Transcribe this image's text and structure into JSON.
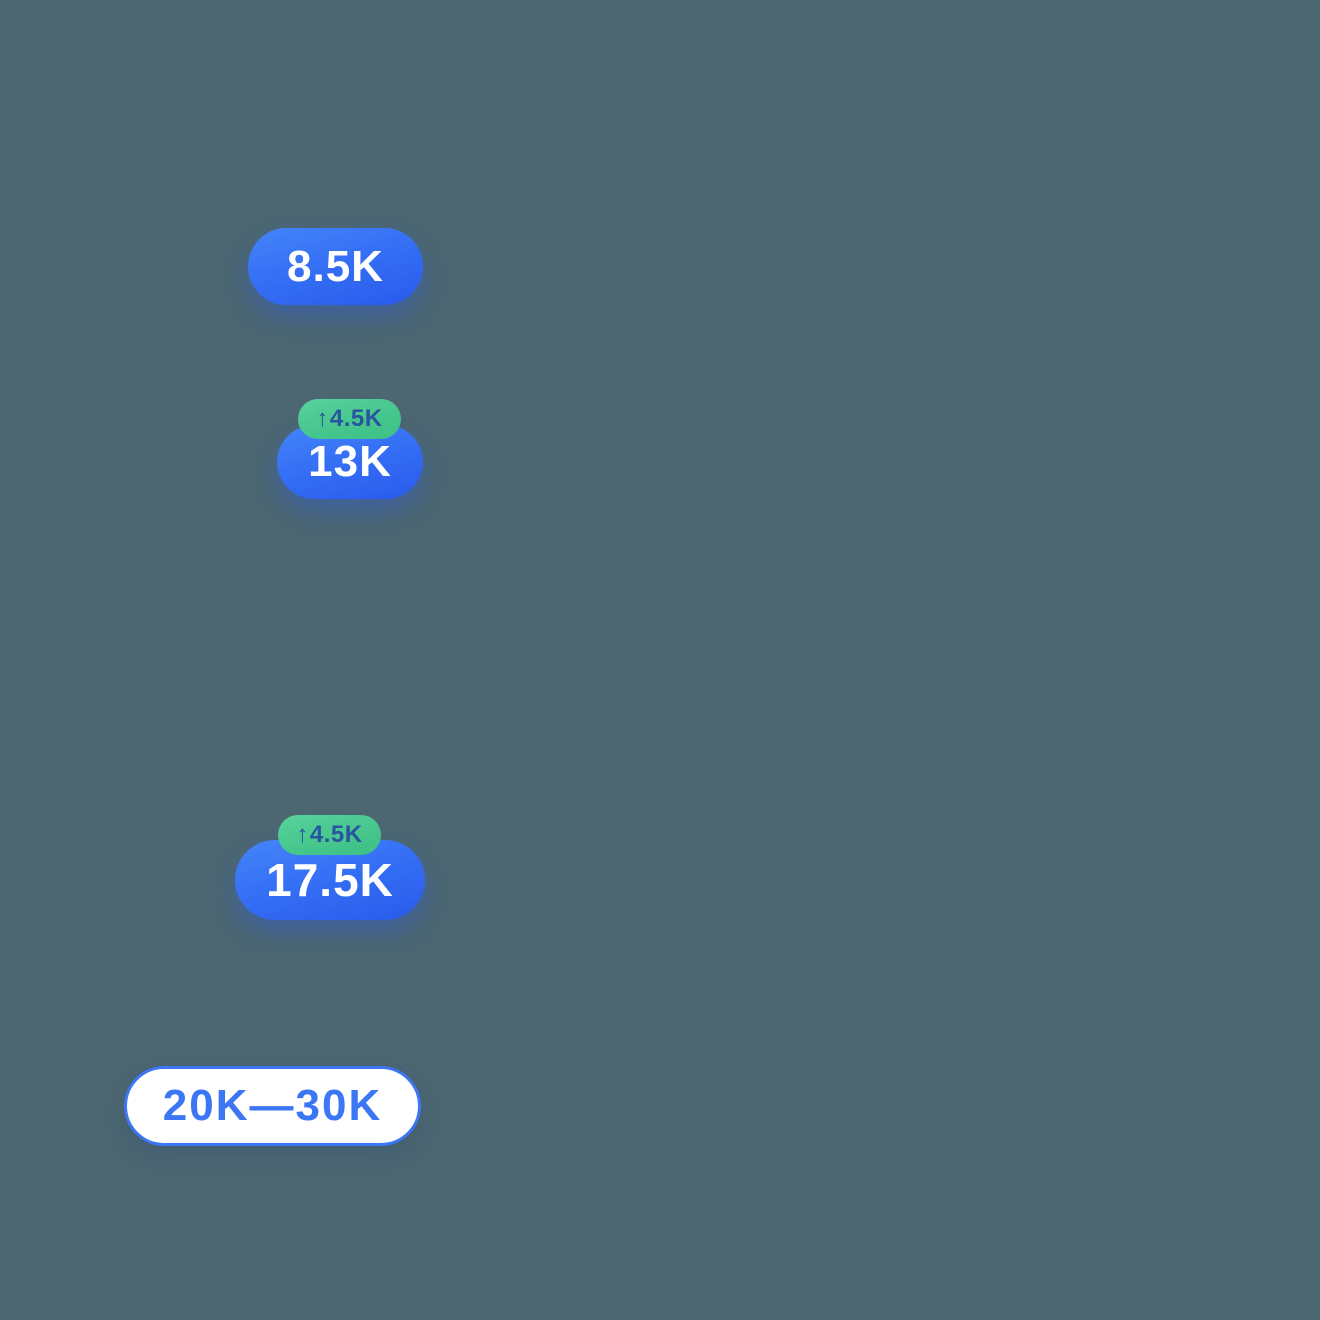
{
  "canvas": {
    "background_color": "#4C6772"
  },
  "badges": [
    {
      "kind": "value",
      "label": "8.5K"
    },
    {
      "kind": "value-with-delta",
      "label": "13K",
      "delta_arrow": "↑",
      "delta_value": "4.5K"
    },
    {
      "kind": "value-with-delta",
      "label": "17.5K",
      "delta_arrow": "↑",
      "delta_value": "4.5K"
    },
    {
      "kind": "range",
      "label": "20K—30K"
    }
  ],
  "colors": {
    "pill_blue_top": "#4585F9",
    "pill_blue_bottom": "#2A5AEC",
    "pill_value_text": "#FFFFFF",
    "delta_green_top": "#58D29C",
    "delta_green_bottom": "#3DBF85",
    "delta_text": "#29549F",
    "range_border": "#3B76F4",
    "range_text": "#3B76F4",
    "range_fill": "#FFFFFF",
    "background": "#4C6772"
  }
}
